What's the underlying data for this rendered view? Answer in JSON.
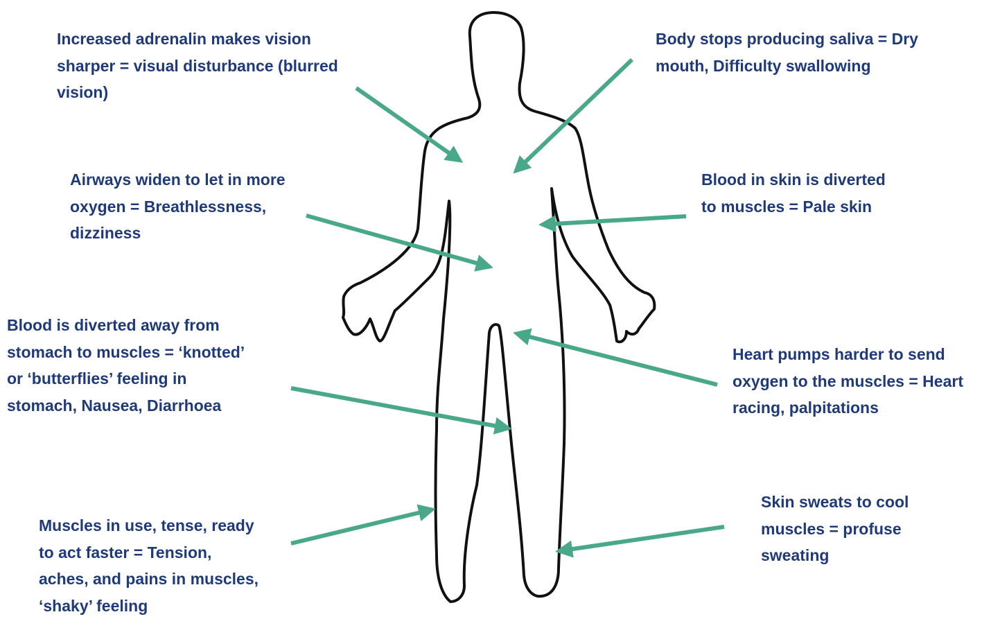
{
  "colors": {
    "label_text": "#1f3a7a",
    "arrow": "#4aa88a",
    "body_outline": "#111111"
  },
  "callouts": [
    {
      "id": "vision",
      "lines": [
        "Increased adrenalin makes vision",
        "sharper = visual disturbance (blurred",
        "vision)"
      ]
    },
    {
      "id": "saliva",
      "lines": [
        "Body stops producing saliva = Dry",
        "mouth, Difficulty swallowing"
      ]
    },
    {
      "id": "airways",
      "lines": [
        "Airways widen to let in more",
        "oxygen = Breathlessness,",
        "dizziness"
      ]
    },
    {
      "id": "skin",
      "lines": [
        "Blood in skin is diverted",
        "to muscles = Pale skin"
      ]
    },
    {
      "id": "stomach",
      "lines": [
        "Blood is diverted away from",
        "stomach to muscles = ‘knotted’",
        "or ‘butterflies’ feeling in",
        "stomach, Nausea, Diarrhoea"
      ]
    },
    {
      "id": "heart",
      "lines": [
        "Heart pumps harder to send",
        "oxygen to the muscles = Heart",
        "racing, palpitations"
      ]
    },
    {
      "id": "sweat",
      "lines": [
        "Skin sweats to cool",
        "muscles = profuse",
        "sweating"
      ]
    },
    {
      "id": "muscles",
      "lines": [
        "Muscles in use, tense, ready",
        "to act faster = Tension,",
        "aches, and pains in muscles,",
        "‘shaky’ feeling"
      ]
    }
  ]
}
